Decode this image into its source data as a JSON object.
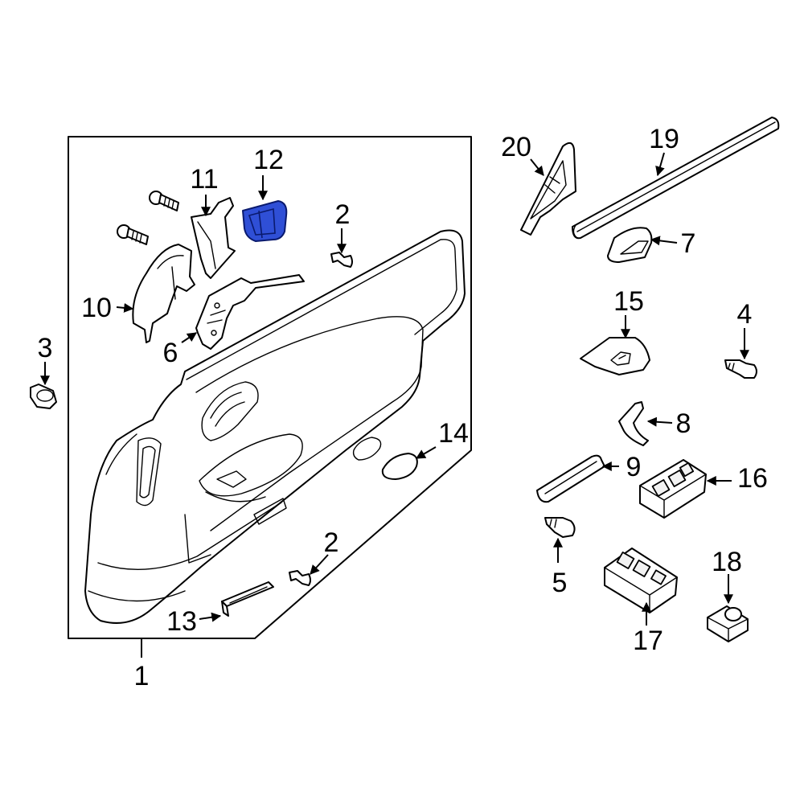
{
  "highlight_color": "#2f4fd6",
  "callouts": {
    "c1": "1",
    "c2a": "2",
    "c2b": "2",
    "c3": "3",
    "c4": "4",
    "c5": "5",
    "c6": "6",
    "c7": "7",
    "c8": "8",
    "c9": "9",
    "c10": "10",
    "c11": "11",
    "c12": "12",
    "c13": "13",
    "c14": "14",
    "c15": "15",
    "c16": "16",
    "c17": "17",
    "c18": "18",
    "c19": "19",
    "c20": "20"
  }
}
